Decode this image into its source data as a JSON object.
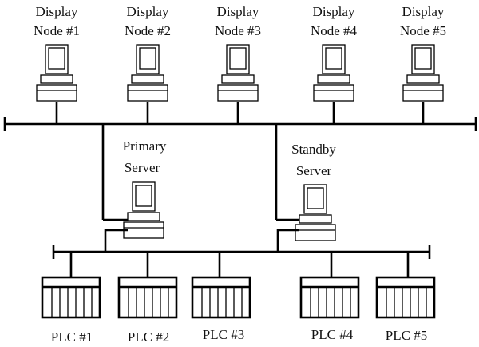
{
  "display_nodes": [
    {
      "line1": "Display",
      "line2": "Node #1"
    },
    {
      "line1": "Display",
      "line2": "Node #2"
    },
    {
      "line1": "Display",
      "line2": "Node #3"
    },
    {
      "line1": "Display",
      "line2": "Node #4"
    },
    {
      "line1": "Display",
      "line2": "Node #5"
    }
  ],
  "servers": [
    {
      "line1": "Primary",
      "line2": "Server"
    },
    {
      "line1": "Standby",
      "line2": "Server"
    }
  ],
  "plcs": [
    {
      "label": "PLC #1"
    },
    {
      "label": "PLC #2"
    },
    {
      "label": "PLC #3"
    },
    {
      "label": "PLC #4"
    },
    {
      "label": "PLC #5"
    }
  ]
}
